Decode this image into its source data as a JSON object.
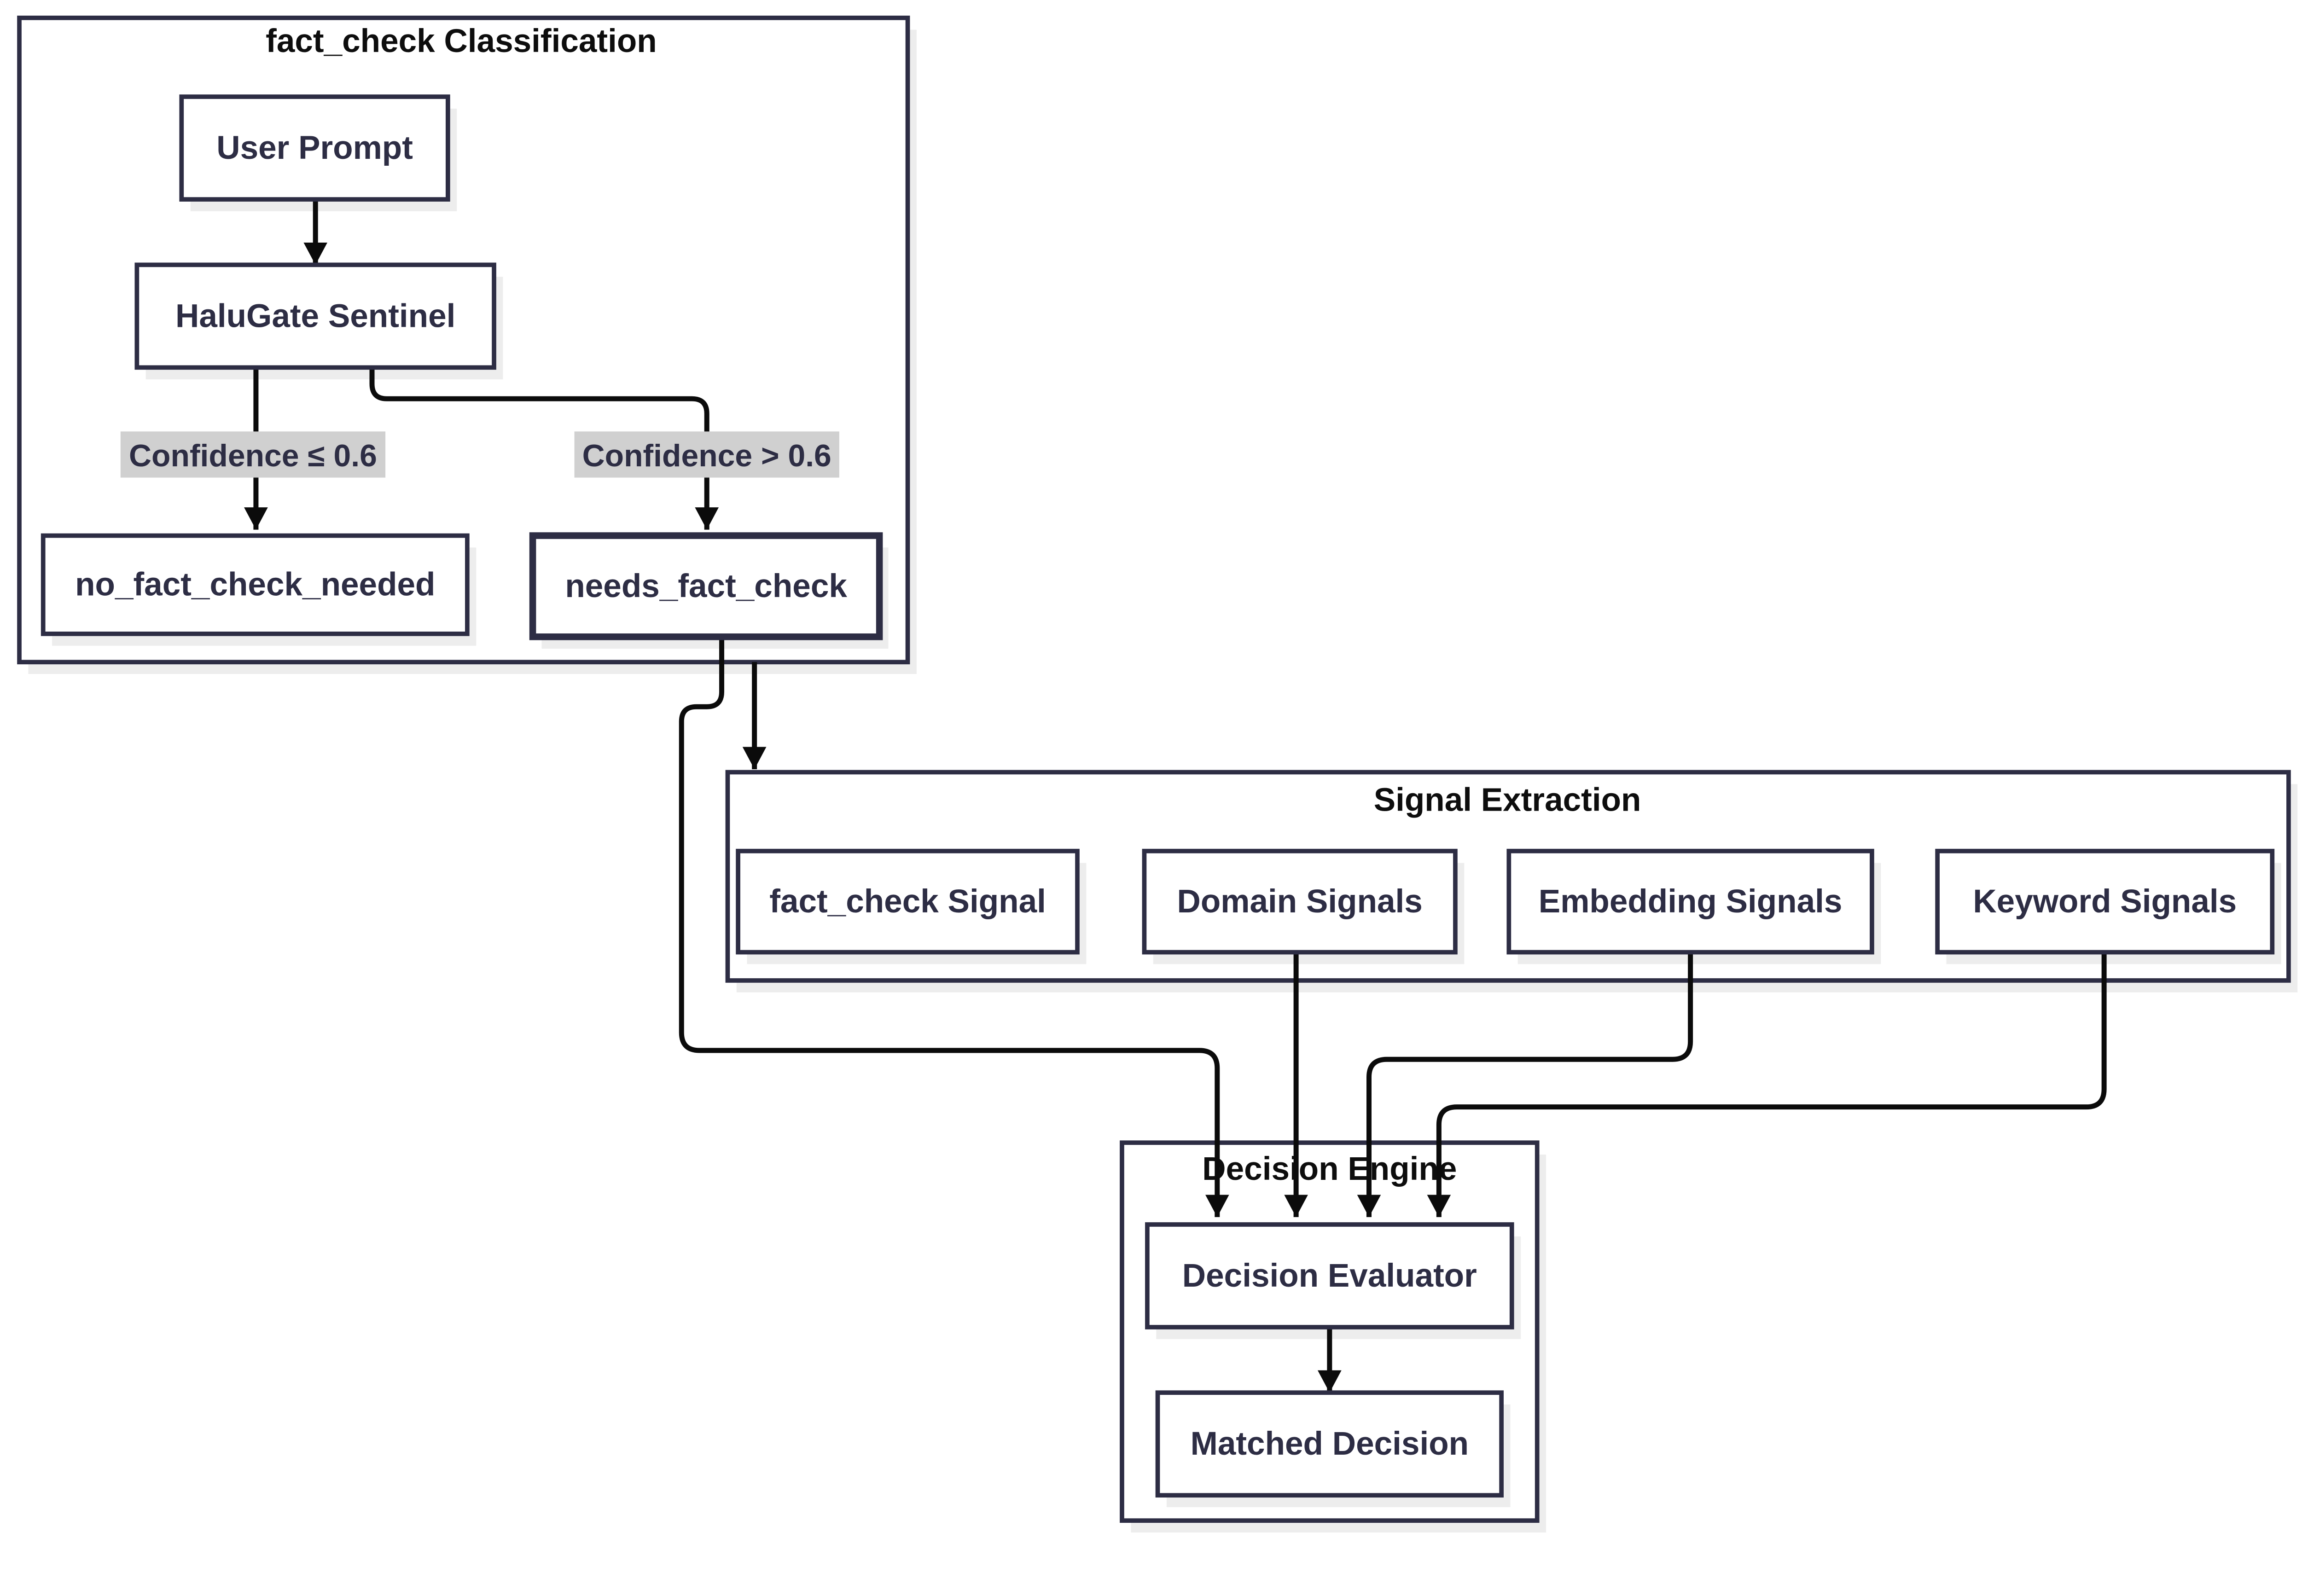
{
  "diagram": {
    "type": "flowchart",
    "clusters": [
      {
        "id": "fact_check_classification",
        "title": "fact_check Classification"
      },
      {
        "id": "signal_extraction",
        "title": "Signal Extraction"
      },
      {
        "id": "decision_engine",
        "title": "Decision Engine"
      }
    ],
    "nodes": [
      {
        "id": "user_prompt",
        "label": "User Prompt",
        "fill": "#ffffff"
      },
      {
        "id": "halugate_sentinel",
        "label": "HaluGate Sentinel",
        "fill": "#ffffff"
      },
      {
        "id": "no_fact_check_needed",
        "label": "no_fact_check_needed",
        "fill": "#ffffff"
      },
      {
        "id": "needs_fact_check",
        "label": "needs_fact_check",
        "fill": "#cde3c8",
        "highlighted": true
      },
      {
        "id": "fact_check_signal",
        "label": "fact_check Signal",
        "fill": "#fcf0da"
      },
      {
        "id": "domain_signals",
        "label": "Domain Signals",
        "fill": "#ffffff"
      },
      {
        "id": "embedding_signals",
        "label": "Embedding Signals",
        "fill": "#ffffff"
      },
      {
        "id": "keyword_signals",
        "label": "Keyword Signals",
        "fill": "#ffffff"
      },
      {
        "id": "decision_evaluator",
        "label": "Decision Evaluator",
        "fill": "#ffffff"
      },
      {
        "id": "matched_decision",
        "label": "Matched Decision",
        "fill": "#ffffff"
      }
    ],
    "edges": [
      {
        "from": "user_prompt",
        "to": "halugate_sentinel",
        "label": ""
      },
      {
        "from": "halugate_sentinel",
        "to": "no_fact_check_needed",
        "label": "Confidence ≤ 0.6"
      },
      {
        "from": "halugate_sentinel",
        "to": "needs_fact_check",
        "label": "Confidence > 0.6"
      },
      {
        "from": "needs_fact_check",
        "to": "signal_extraction",
        "label": ""
      },
      {
        "from": "needs_fact_check",
        "to": "decision_evaluator",
        "label": ""
      },
      {
        "from": "domain_signals",
        "to": "decision_evaluator",
        "label": ""
      },
      {
        "from": "embedding_signals",
        "to": "decision_evaluator",
        "label": ""
      },
      {
        "from": "keyword_signals",
        "to": "decision_evaluator",
        "label": ""
      },
      {
        "from": "decision_evaluator",
        "to": "matched_decision",
        "label": ""
      }
    ],
    "colors": {
      "node_border": "#2d2d44",
      "node_text": "#2d2d44",
      "cluster_title_text": "#0d0d0d",
      "edge_line": "#0b0b0b",
      "edge_label_bg": "#d0d0d0",
      "highlight_green": "#cde3c8",
      "signal_peach": "#fcf0da",
      "shadow": "#ededed",
      "background": "#ffffff"
    }
  }
}
